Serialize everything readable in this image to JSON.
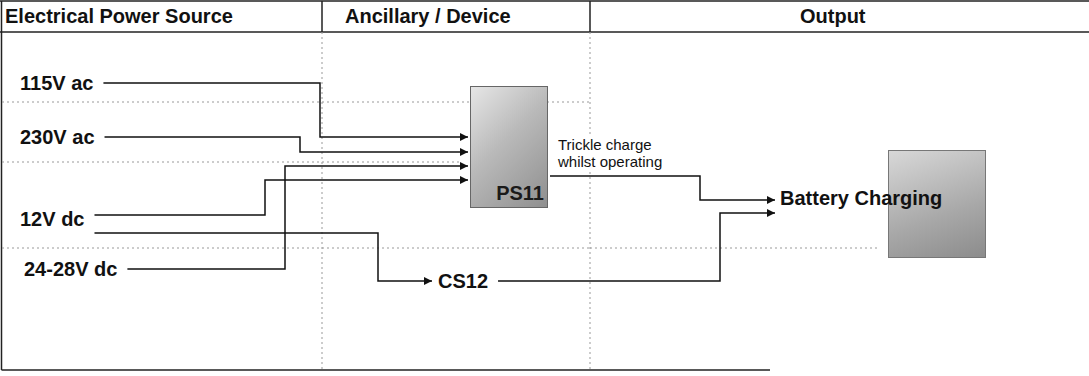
{
  "diagram": {
    "nodes": [
      {
        "text": [
          "115V ac"
        ]
      },
      {
        "text": [
          "230V ac"
        ]
      },
      {
        "text": [
          "12V dc"
        ]
      },
      {
        "text": [
          "24-28V dc"
        ]
      },
      {
        "text": [
          "PS11"
        ]
      },
      {
        "text": [
          "CS12"
        ]
      },
      {
        "text": [
          "Battery Charging"
        ]
      }
    ],
    "edges": [
      {
        "from": 0,
        "to": 4,
        "arrow": "to"
      },
      {
        "from": 1,
        "to": 4,
        "arrow": "to"
      },
      {
        "from": 2,
        "to": 4,
        "arrow": "to"
      },
      {
        "from": 3,
        "to": 4,
        "arrow": "to"
      },
      {
        "from": 2,
        "to": 5,
        "arrow": "to"
      },
      {
        "from": 4,
        "to": 6,
        "label": "Trickle charge whilst operating",
        "arrow": "to"
      },
      {
        "from": 5,
        "to": 6,
        "arrow": "to"
      }
    ],
    "labels": [
      "Electrical Power Source",
      "Ancillary / Device",
      "Output"
    ]
  }
}
